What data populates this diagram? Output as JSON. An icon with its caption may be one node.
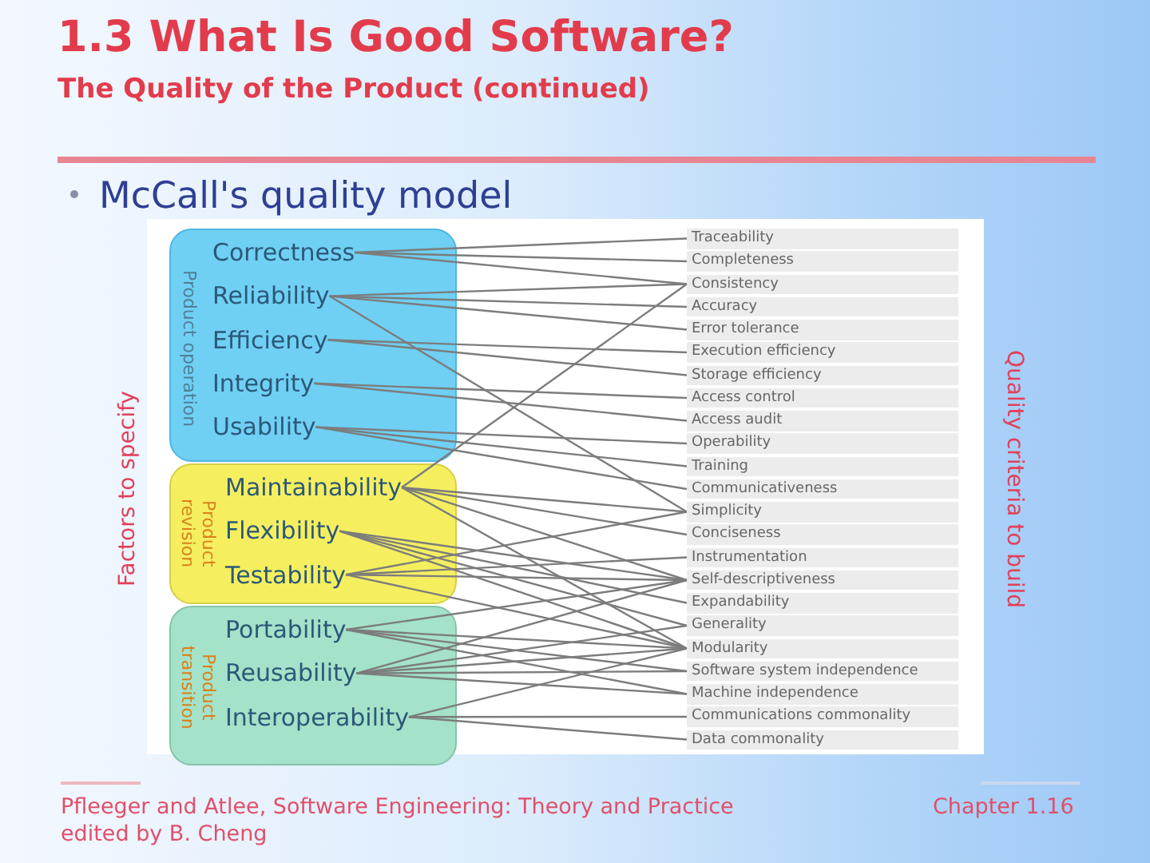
{
  "diagram": {
    "title": "1.3 What Is Good Software?",
    "nodes": [
      {
        "text": [
          "Product operation"
        ]
      },
      {
        "text": [
          "Correctness"
        ],
        "in": 0
      },
      {
        "text": [
          "Reliability"
        ],
        "in": 0
      },
      {
        "text": [
          "Efficiency"
        ],
        "in": 0
      },
      {
        "text": [
          "Integrity"
        ],
        "in": 0
      },
      {
        "text": [
          "Usability"
        ],
        "in": 0
      },
      {
        "text": [
          "Product revision"
        ]
      },
      {
        "text": [
          "Maintainability"
        ],
        "in": 6
      },
      {
        "text": [
          "Flexibility"
        ],
        "in": 6
      },
      {
        "text": [
          "Testability"
        ],
        "in": 6
      },
      {
        "text": [
          "Product transition"
        ]
      },
      {
        "text": [
          "Portability"
        ],
        "in": 10
      },
      {
        "text": [
          "Reusability"
        ],
        "in": 10
      },
      {
        "text": [
          "Interoperability"
        ],
        "in": 10
      },
      {
        "text": [
          "Traceability"
        ]
      },
      {
        "text": [
          "Completeness"
        ]
      },
      {
        "text": [
          "Consistency"
        ]
      },
      {
        "text": [
          "Accuracy"
        ]
      },
      {
        "text": [
          "Error tolerance"
        ]
      },
      {
        "text": [
          "Execution efficiency"
        ]
      },
      {
        "text": [
          "Storage efficiency"
        ]
      },
      {
        "text": [
          "Access control"
        ]
      },
      {
        "text": [
          "Access audit"
        ]
      },
      {
        "text": [
          "Operability"
        ]
      },
      {
        "text": [
          "Training"
        ]
      },
      {
        "text": [
          "Communicativeness"
        ]
      },
      {
        "text": [
          "Simplicity"
        ]
      },
      {
        "text": [
          "Conciseness"
        ]
      },
      {
        "text": [
          "Instrumentation"
        ]
      },
      {
        "text": [
          "Self-descriptiveness"
        ]
      },
      {
        "text": [
          "Expandability"
        ]
      },
      {
        "text": [
          "Generality"
        ]
      },
      {
        "text": [
          "Modularity"
        ]
      },
      {
        "text": [
          "Software system independence"
        ]
      },
      {
        "text": [
          "Machine independence"
        ]
      },
      {
        "text": [
          "Communications commonality"
        ]
      },
      {
        "text": [
          "Data commonality"
        ]
      }
    ],
    "edges": [
      {
        "from": 1,
        "to": 14,
        "arrow": "none"
      },
      {
        "from": 1,
        "to": 15,
        "arrow": "none"
      },
      {
        "from": 1,
        "to": 16,
        "arrow": "none"
      },
      {
        "from": 2,
        "to": 16,
        "arrow": "none"
      },
      {
        "from": 2,
        "to": 17,
        "arrow": "none"
      },
      {
        "from": 2,
        "to": 18,
        "arrow": "none"
      },
      {
        "from": 2,
        "to": 26,
        "arrow": "none"
      },
      {
        "from": 3,
        "to": 19,
        "arrow": "none"
      },
      {
        "from": 3,
        "to": 20,
        "arrow": "none"
      },
      {
        "from": 4,
        "to": 21,
        "arrow": "none"
      },
      {
        "from": 4,
        "to": 22,
        "arrow": "none"
      },
      {
        "from": 5,
        "to": 23,
        "arrow": "none"
      },
      {
        "from": 5,
        "to": 24,
        "arrow": "none"
      },
      {
        "from": 5,
        "to": 25,
        "arrow": "none"
      },
      {
        "from": 7,
        "to": 16,
        "arrow": "none"
      },
      {
        "from": 7,
        "to": 26,
        "arrow": "none"
      },
      {
        "from": 7,
        "to": 27,
        "arrow": "none"
      },
      {
        "from": 7,
        "to": 29,
        "arrow": "none"
      },
      {
        "from": 7,
        "to": 32,
        "arrow": "none"
      },
      {
        "from": 8,
        "to": 29,
        "arrow": "none"
      },
      {
        "from": 8,
        "to": 30,
        "arrow": "none"
      },
      {
        "from": 8,
        "to": 31,
        "arrow": "none"
      },
      {
        "from": 8,
        "to": 32,
        "arrow": "none"
      },
      {
        "from": 9,
        "to": 26,
        "arrow": "none"
      },
      {
        "from": 9,
        "to": 28,
        "arrow": "none"
      },
      {
        "from": 9,
        "to": 29,
        "arrow": "none"
      },
      {
        "from": 9,
        "to": 32,
        "arrow": "none"
      },
      {
        "from": 11,
        "to": 29,
        "arrow": "none"
      },
      {
        "from": 11,
        "to": 32,
        "arrow": "none"
      },
      {
        "from": 11,
        "to": 33,
        "arrow": "none"
      },
      {
        "from": 11,
        "to": 34,
        "arrow": "none"
      },
      {
        "from": 12,
        "to": 29,
        "arrow": "none"
      },
      {
        "from": 12,
        "to": 31,
        "arrow": "none"
      },
      {
        "from": 12,
        "to": 32,
        "arrow": "none"
      },
      {
        "from": 12,
        "to": 33,
        "arrow": "none"
      },
      {
        "from": 12,
        "to": 34,
        "arrow": "none"
      },
      {
        "from": 13,
        "to": 32,
        "arrow": "none"
      },
      {
        "from": 13,
        "to": 35,
        "arrow": "none"
      },
      {
        "from": 13,
        "to": 36,
        "arrow": "none"
      }
    ],
    "labels": [
      "The Quality of the Product (continued)",
      "McCall's quality model",
      "Factors to specify",
      "Quality criteria to build",
      "Pfleeger and Atlee, Software Engineering: Theory and Practice",
      "edited by B. Cheng",
      "Chapter 1.16"
    ]
  }
}
